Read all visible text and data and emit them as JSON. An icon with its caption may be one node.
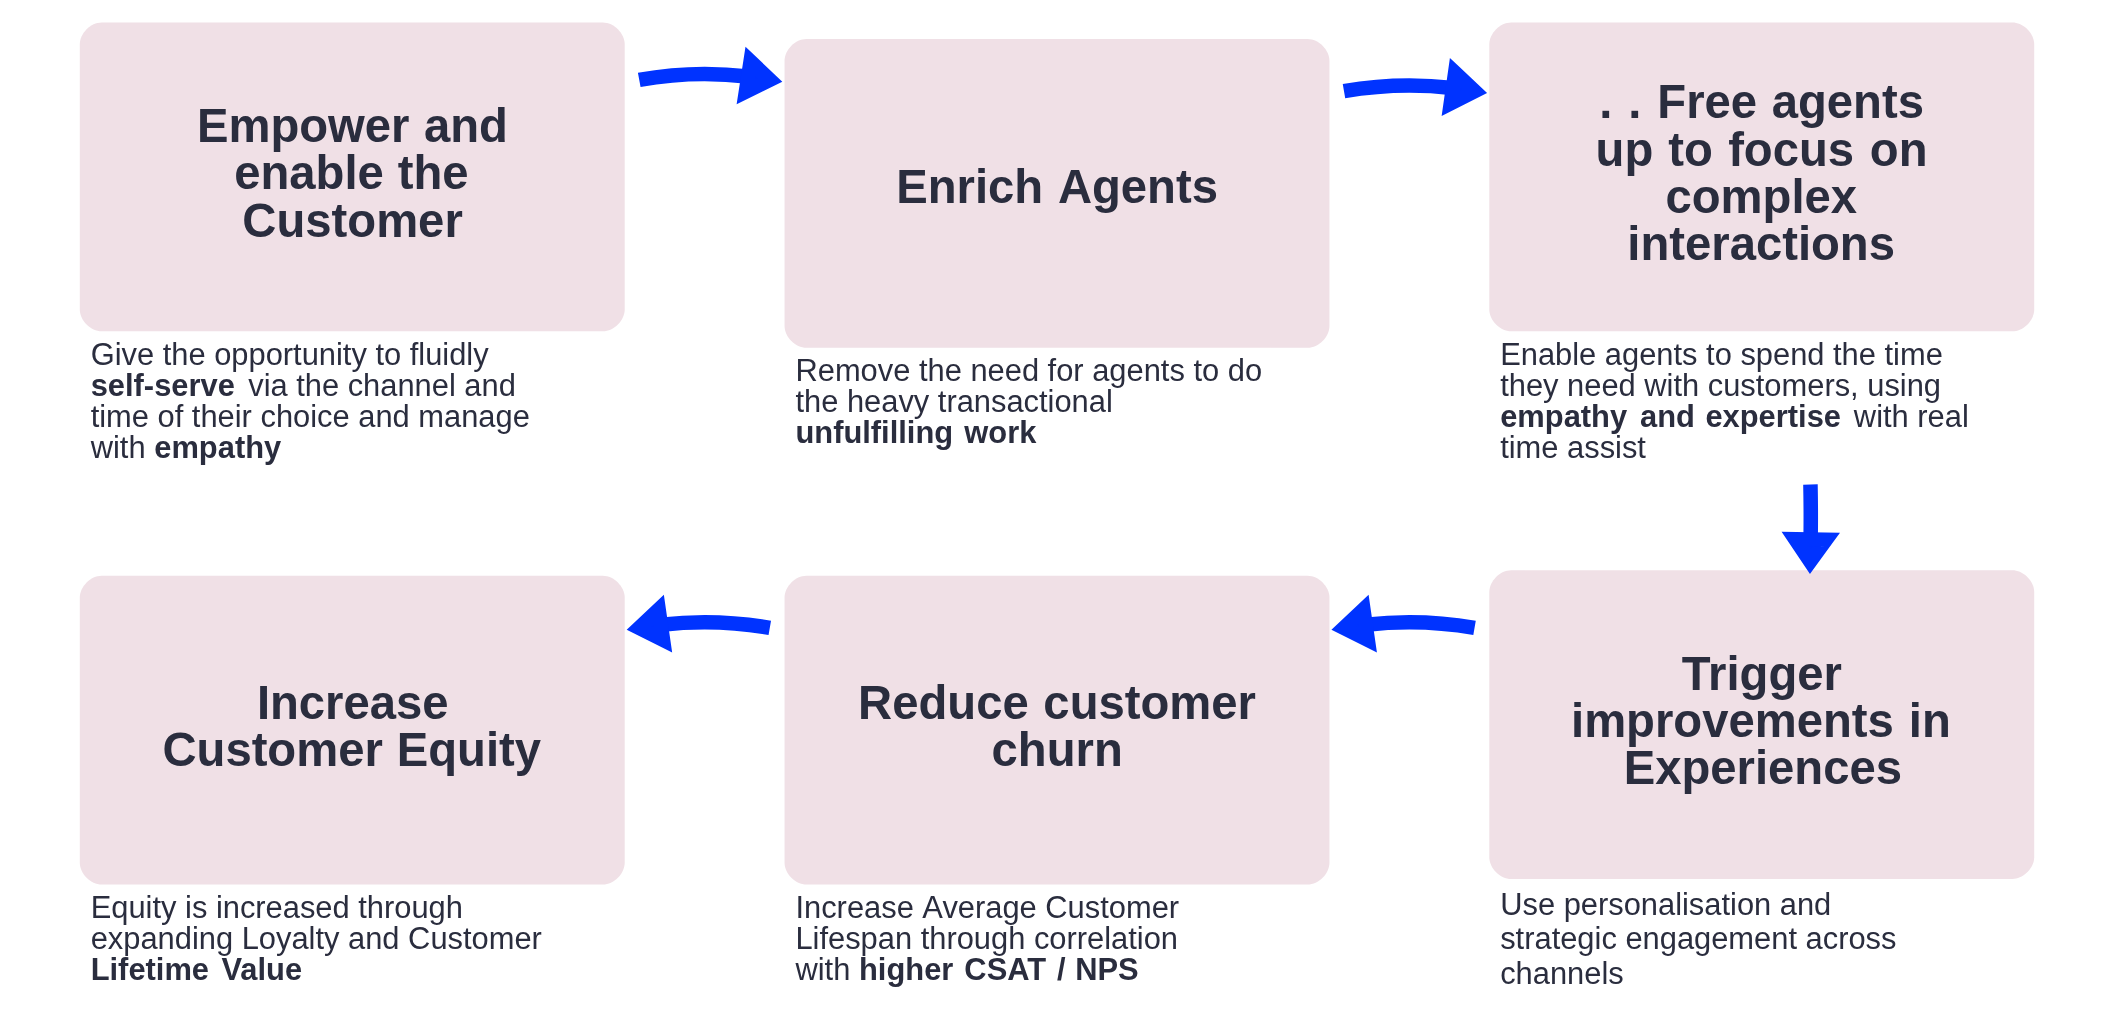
{
  "diagram": {
    "nodes": [
      {
        "text": [
          "Empower and enable the Customer"
        ],
        "beside": [
          "Give the opportunity to fluidly **self-serve** via the channel and time of their choice and manage with **empathy**"
        ]
      },
      {
        "text": [
          "Enrich Agents"
        ],
        "beside": [
          "Remove the need for agents to do the heavy transactional **unfulfilling work**"
        ]
      },
      {
        "text": [
          ". . Free agents up to focus on complex interactions"
        ],
        "beside": [
          "Enable agents to spend the time they need with customers, using **empathy and expertise** with real time assist"
        ]
      },
      {
        "text": [
          "Increase Customer Equity"
        ],
        "beside": [
          "Equity is increased through expanding Loyalty and Customer **Lifetime Value**"
        ]
      },
      {
        "text": [
          "Reduce customer churn"
        ],
        "beside": [
          "Increase Average Customer Lifespan through correlation with **higher CSAT / NPS**"
        ]
      },
      {
        "text": [
          "Trigger improvements in Experiences"
        ],
        "beside": [
          "Use personalisation and strategic engagement across channels"
        ]
      }
    ],
    "edges": [
      {
        "from": 0,
        "to": 1,
        "arrow": "to"
      },
      {
        "from": 1,
        "to": 2,
        "arrow": "to"
      },
      {
        "from": 2,
        "to": 5,
        "arrow": "to"
      },
      {
        "from": 5,
        "to": 4,
        "arrow": "to"
      },
      {
        "from": 4,
        "to": 3,
        "arrow": "to"
      }
    ]
  }
}
